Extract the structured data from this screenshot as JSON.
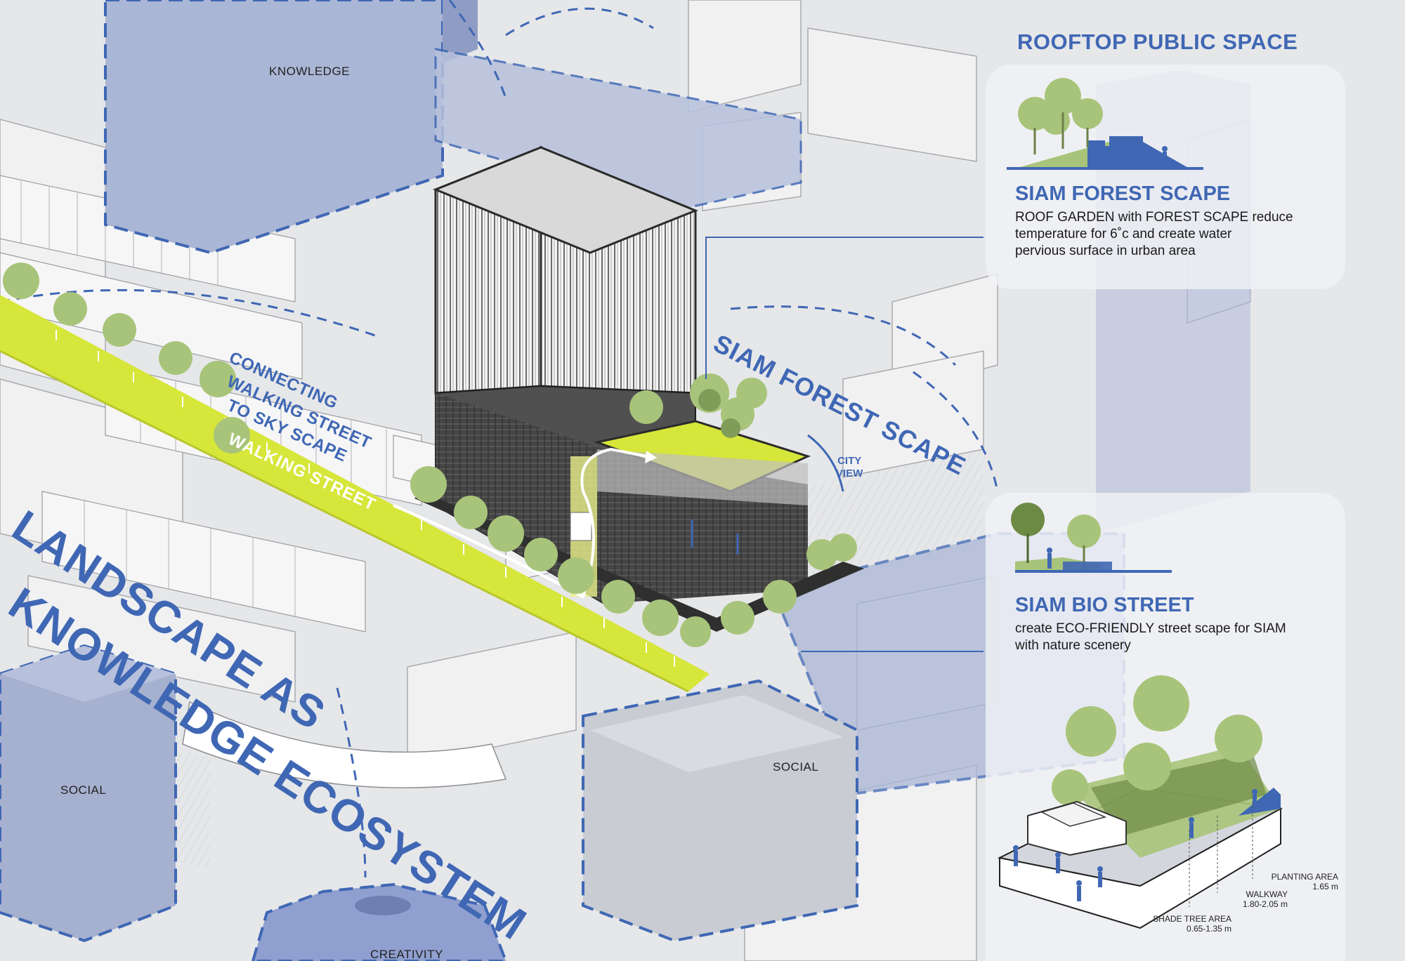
{
  "header": {
    "title": "ROOFTOP PUBLIC SPACE"
  },
  "zones": {
    "knowledge": "KNOWLEDGE",
    "social_left": "SOCIAL",
    "social_center": "SOCIAL",
    "creativity": "CREATIVITY"
  },
  "diagram_labels": {
    "landscape_line1": "LANDSCAPE AS",
    "landscape_line2": "KNOWLEDGE ECOSYSTEM",
    "connecting_line1": "CONNECTING",
    "connecting_line2": "WALKING STREET",
    "connecting_line3": "TO SKY SCAPE",
    "walking_street": "WALKING STREET",
    "siam_forest_scape": "SIAM FOREST SCAPE",
    "city_view_line1": "CITY",
    "city_view_line2": "VIEW"
  },
  "cards": {
    "forest": {
      "title": "SIAM FOREST SCAPE",
      "desc_line1": "ROOF GARDEN with FOREST SCAPE reduce",
      "desc_line2": "temperature for 6˚c and create water",
      "desc_line3": "pervious surface in urban area"
    },
    "bio": {
      "title": "SIAM BIO STREET",
      "desc_line1": "create ECO-FRIENDLY street scape for SIAM",
      "desc_line2": "with nature scenery",
      "planting_area_label": "PLANTING AREA",
      "planting_area_value": "1.65 m",
      "walkway_label": "WALKWAY",
      "walkway_value": "1.80-2.05 m",
      "shade_tree_label": "SHADE TREE AREA",
      "shade_tree_value": "0.65-1.35 m"
    }
  },
  "colors": {
    "accent_blue": "#3f67b4",
    "lime_green": "#d7e63a",
    "tree_green": "#a8c47a",
    "background": "#e6e7e9"
  }
}
